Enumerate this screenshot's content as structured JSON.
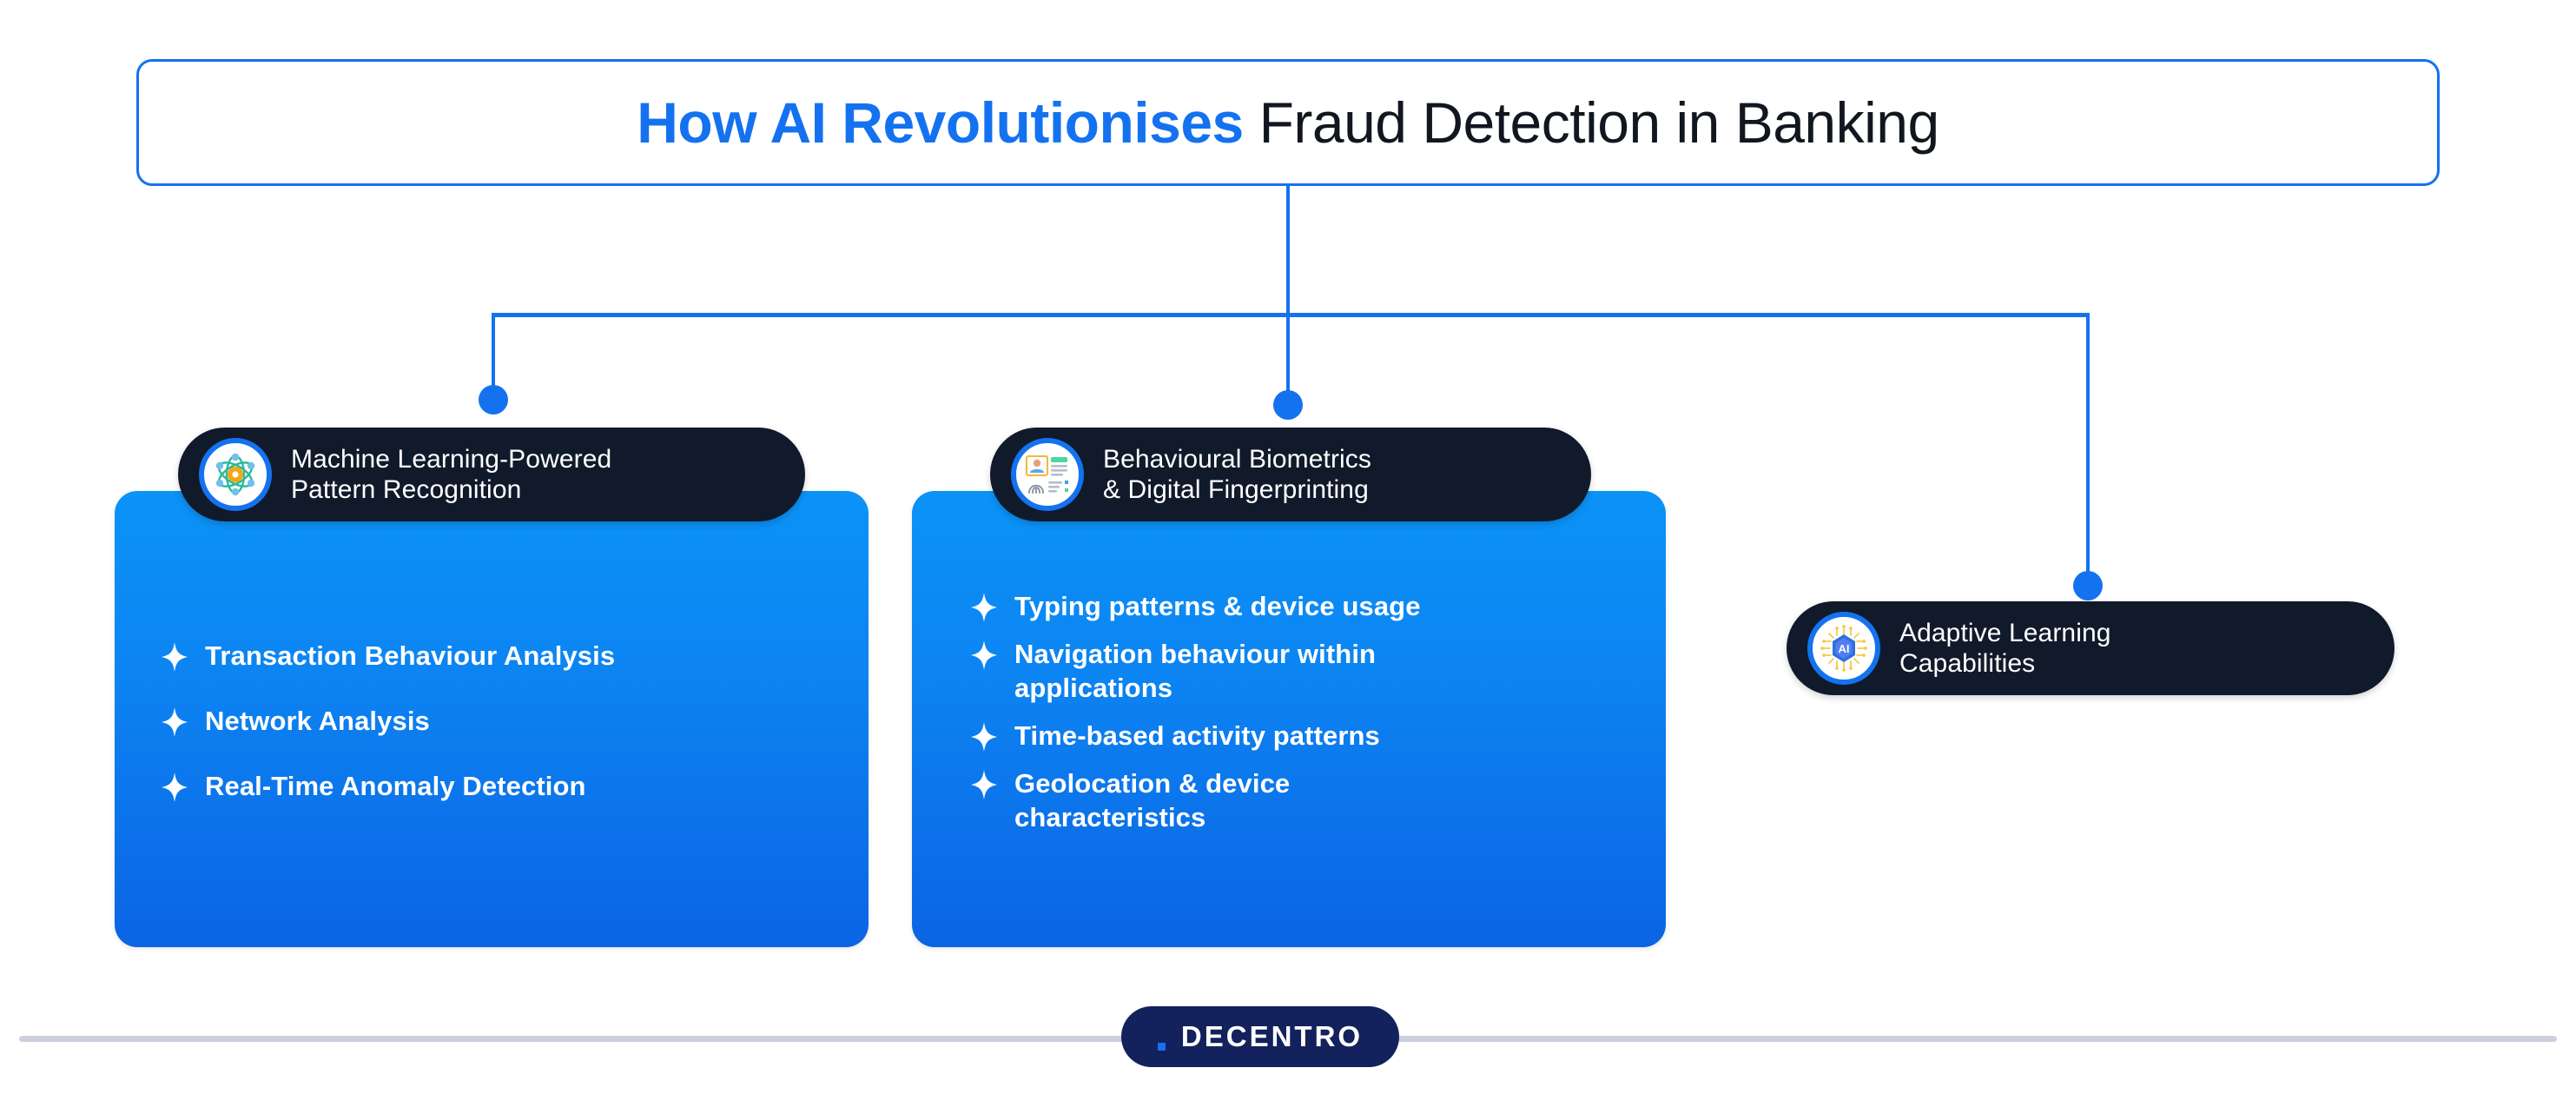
{
  "title": {
    "accent": "How AI Revolutionises",
    "rest": " Fraud Detection in Banking"
  },
  "branches": [
    {
      "id": "machine-learning",
      "header": "Machine Learning-Powered\nPattern Recognition",
      "icon": "atom-icon",
      "items": [
        "Transaction Behaviour Analysis",
        "Network Analysis",
        "Real-Time Anomaly Detection"
      ]
    },
    {
      "id": "behavioural-biometrics",
      "header": "Behavioural Biometrics\n& Digital Fingerprinting",
      "icon": "id-fingerprint-icon",
      "items": [
        "Typing patterns & device usage",
        "Navigation behaviour within\napplications",
        "Time-based activity patterns",
        "Geolocation & device\ncharacteristics"
      ]
    },
    {
      "id": "adaptive-learning",
      "header": "Adaptive Learning\nCapabilities",
      "icon": "ai-chip-icon",
      "items": []
    }
  ],
  "icon_labels": {
    "ai_chip_text": "AI"
  },
  "footer": {
    "logo_text": "DECENTRO"
  },
  "colors": {
    "accent_blue": "#1472f0",
    "card_gradient_top": "#0b93f7",
    "card_gradient_bottom": "#0b64e4",
    "pill_dark": "#101a2b",
    "title_dark": "#11161f",
    "logo_navy": "#13215c",
    "rule_gray": "#ccd0de"
  }
}
